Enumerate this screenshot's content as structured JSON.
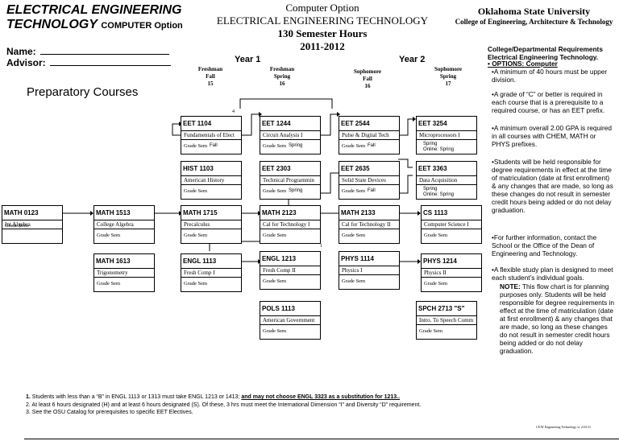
{
  "header": {
    "title_line1": "ELECTRICAL ENGINEERING",
    "title_line2": "TECHNOLOGY",
    "title_option": "COMPUTER Option",
    "center": [
      "Computer Option",
      "ELECTRICAL ENGINEERING TECHNOLOGY",
      "130 Semester Hours",
      "2011-2012"
    ],
    "university": "Oklahoma State University",
    "college": "College of Engineering, Architecture & Technology"
  },
  "form": {
    "name_label": "Name:",
    "advisor_label": "Advisor:"
  },
  "years": {
    "year1": "Year 1",
    "year2": "Year 2"
  },
  "semesters": [
    [
      "Freshman",
      "Fall",
      "15"
    ],
    [
      "Freshman",
      "Spring",
      "16"
    ],
    [
      "Sophomore",
      "Fall",
      "16"
    ],
    [
      "Sophomore",
      "Spring",
      "17"
    ]
  ],
  "prep_title": "Preparatory Courses",
  "arrow_labels": {
    "a4": "4",
    "a1": "1"
  },
  "courses": [
    {
      "code": "EET 1104",
      "name": "Fundamentals of Elect",
      "grade": "Grade   Sem",
      "term": "Fall"
    },
    {
      "code": "EET 1244",
      "name": "Circuit Analysis I",
      "grade": "Grade   Sem",
      "term": "Spring"
    },
    {
      "code": "EET 2544",
      "name": "Pulse & Digital Tech",
      "grade": "Grade   Sem",
      "term": "Fall"
    },
    {
      "code": "EET 3254",
      "name": "Microprocessors I",
      "grade": "Grade   Sem",
      "term": "Spring\nOnline: Spring"
    },
    {
      "code": "HIST 1103",
      "name": "American History",
      "grade": "Grade   Sem",
      "term": ""
    },
    {
      "code": "EET 2303",
      "name": "Technical Programmin",
      "grade": "Grade   Sem",
      "term": "Spring"
    },
    {
      "code": "EET 2635",
      "name": "Solid State Devices",
      "grade": "Grade   Sem",
      "term": "Fall"
    },
    {
      "code": "EET 3363",
      "name": "Data Acquisition",
      "grade": "Grade   Sem",
      "term": "Spring\nOnline: Spring"
    },
    {
      "code": "MATH 0123",
      "name": "Int Algebra",
      "grade": "Grade   Sem",
      "term": ""
    },
    {
      "code": "MATH 1513",
      "name": "College Algebra",
      "grade": "Grade   Sem",
      "term": ""
    },
    {
      "code": "MATH 1715",
      "name": "Precalculus",
      "grade": "Grade   Sem",
      "term": ""
    },
    {
      "code": "MATH 2123",
      "name": "Cal for Technology I",
      "grade": "Grade   Sem",
      "term": ""
    },
    {
      "code": "MATH 2133",
      "name": "Cal for Technology II",
      "grade": "Grade   Sem",
      "term": ""
    },
    {
      "code": "CS 1113",
      "name": "Computer Science  I",
      "grade": "Grade   Sem",
      "term": ""
    },
    {
      "code": "MATH 1613",
      "name": "Trigonometry",
      "grade": "Grade   Sem",
      "term": ""
    },
    {
      "code": "ENGL 1113",
      "name": "Fresh Comp I",
      "grade": "Grade   Sem",
      "term": ""
    },
    {
      "code": "ENGL 1213",
      "name": "Fresh Comp II",
      "grade": "Grade   Sem",
      "term": ""
    },
    {
      "code": "PHYS 1114",
      "name": "Physics I",
      "grade": "Grade   Sem",
      "term": ""
    },
    {
      "code": "PHYS 1214",
      "name": "Physics II",
      "grade": "Grade   Sem",
      "term": ""
    },
    {
      "code": "POLS 1113",
      "name": "American Government",
      "grade": "Grade   Sem",
      "term": ""
    },
    {
      "code": "SPCH 2713  \"S\"",
      "name": "Intro. To Speech Comm",
      "grade": "Grade   Sem",
      "term": ""
    }
  ],
  "requirements": {
    "heading": "College/Departmental Requirements Electrical Engineering Technology.",
    "options": "• OPTIONS: Computer",
    "items": [
      "•A minimum of 40 hours must be upper division.",
      "•A grade of “C” or better is required in each course that is a prerequisite to a required course, or has an EET prefix.",
      "•A minimum overall 2.00 GPA is required in all courses with CHEM, MATH or PHYS prefixes.",
      "•Students will be held responsible for degree requirements in effect at the time of matriculation (date at first enrollment) & any changes that are made, so long as these changes do not result in semester credit hours being added or do not delay graduation.",
      "•For further information, contact the School or the Office of the Dean of Engineering and Technology.",
      "•A flexible study plan is designed to meet each student’s individual goals."
    ],
    "note_label": "NOTE:",
    "note": "This flow chart is for planning purposes only.  Students will be held responsible for degree requirements in effect at the time of matriculation (date at first enrollment) & any changes that are made, so long as these changes do not result in semester credit hours being added or do not delay graduation."
  },
  "footnotes": {
    "f1_num": "1.",
    "f1_text": " Students with less than a “B” in ENGL 1113 or 1313 must take ENGL 1213 or 1413; ",
    "f1_underline": "and may not choose ENGL 3323 as a substitution for 1213..",
    "f2": "2. At least 6 hours designated (H) and at least 6 hours designated (S).  Of these, 3 hrs must meet the International Dimension “I” and Diversity “D” requirement.",
    "f3": "3. See the OSU Catalog for prerequisites to specific EET Electives."
  },
  "credit": "CEAT Engineering Technology  sr. 2/23/11"
}
